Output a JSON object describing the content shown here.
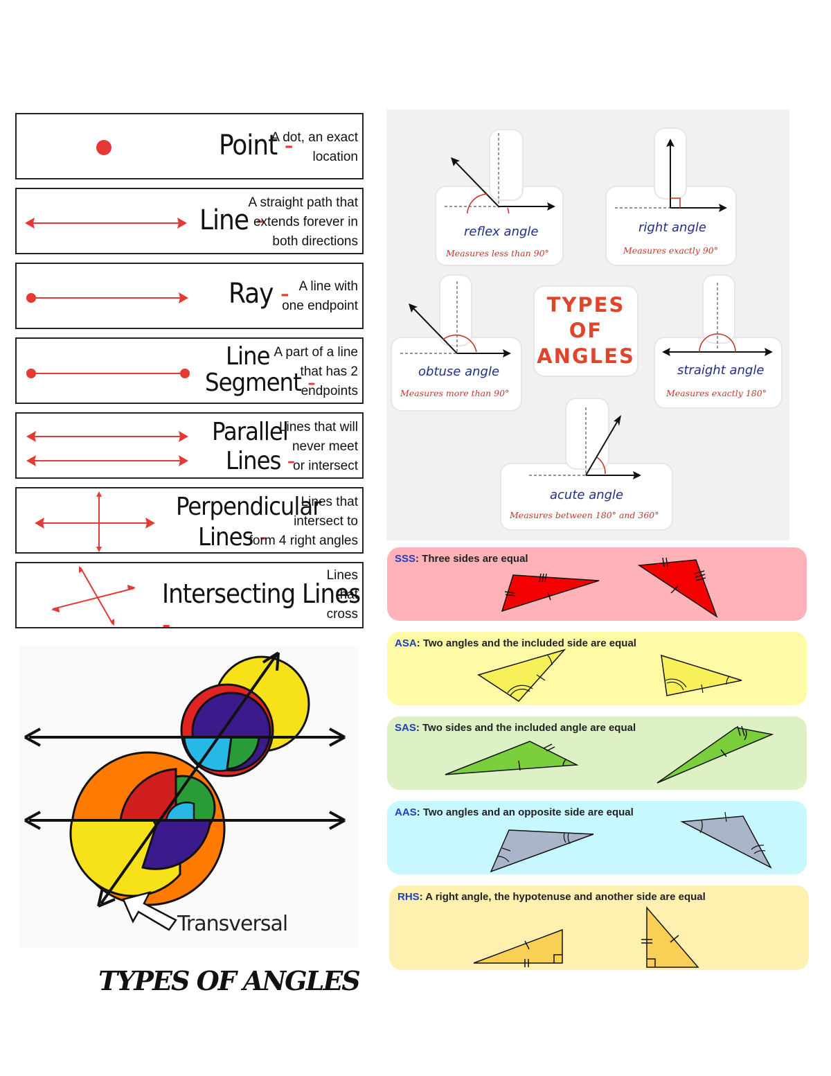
{
  "geometry_terms": [
    {
      "term": "Point",
      "description": [
        "A dot, an exact",
        "location"
      ]
    },
    {
      "term": "Line",
      "description": [
        "A straight path that",
        "extends forever in",
        "both directions"
      ]
    },
    {
      "term": "Ray",
      "description": [
        "A line with",
        "one endpoint"
      ]
    },
    {
      "term": [
        "Line",
        "Segment"
      ],
      "description": [
        "A part of a line",
        "that has 2",
        "endpoints"
      ]
    },
    {
      "term": [
        "Parallel",
        "Lines"
      ],
      "description": [
        "Lines that will",
        "never meet",
        "or intersect"
      ]
    },
    {
      "term": [
        "Perpendicular",
        "Lines"
      ],
      "description": [
        "Lines that",
        "intersect to",
        "form 4 right angles"
      ]
    },
    {
      "term": "Intersecting Lines",
      "description": [
        "Lines",
        "that",
        "cross"
      ]
    }
  ],
  "dash": "-",
  "types_of_angles": {
    "title": [
      "TYPES",
      "OF",
      "ANGLES"
    ],
    "angles": [
      {
        "name": "reflex angle",
        "measure": "Measures less than 90°"
      },
      {
        "name": "right angle",
        "measure": "Measures exactly 90°"
      },
      {
        "name": "obtuse angle",
        "measure": "Measures more than 90°"
      },
      {
        "name": "straight angle",
        "measure": "Measures exactly 180°"
      },
      {
        "name": "acute angle",
        "measure": "Measures between 180° and 360°"
      }
    ]
  },
  "congruence_rules": [
    {
      "abbr": "SSS",
      "text": ": Three sides are equal",
      "color": "#ffb3b8",
      "triangle_color": "#f40000"
    },
    {
      "abbr": "ASA",
      "text": ": Two angles and the included side are equal",
      "color": "#fffaa6",
      "triangle_color": "#f7f059"
    },
    {
      "abbr": "SAS",
      "text": ": Two sides and the included angle are equal",
      "color": "#ddf1c4",
      "triangle_color": "#7ccf3c"
    },
    {
      "abbr": "AAS",
      "text": ": Two angles and an opposite side are equal",
      "color": "#c8f8ff",
      "triangle_color": "#a9b5c8"
    },
    {
      "abbr": "RHS",
      "text": ": A right angle, the hypotenuse and another side are equal",
      "color": "#fff0b0",
      "triangle_color": "#f9cf55"
    }
  ],
  "transversal_label": "Transversal",
  "caption": "TYPES OF ANGLES",
  "colors": {
    "red": "#e53935",
    "angle_blue": "#1f2e8a",
    "rule_abbr_blue": "#1f3fbf"
  }
}
